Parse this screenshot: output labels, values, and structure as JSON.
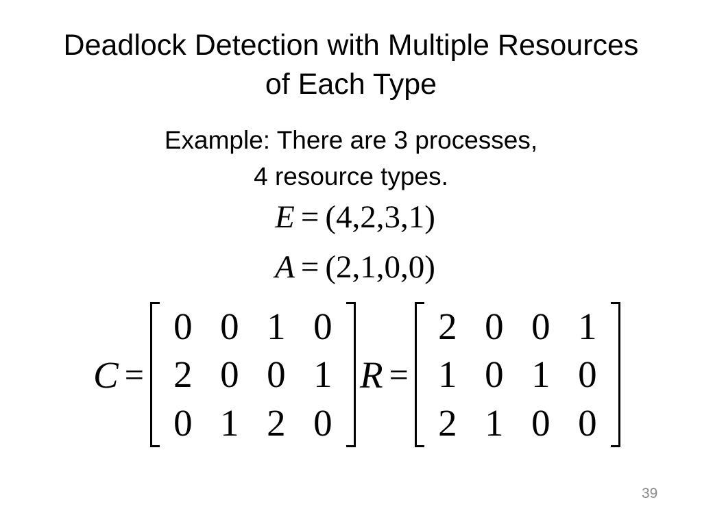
{
  "title": {
    "line1": "Deadlock Detection with Multiple Resources",
    "line2": "of Each Type"
  },
  "example": {
    "line1": "Example: There are 3 processes,",
    "line2": "4 resource types."
  },
  "equations": [
    {
      "variable": "E",
      "equals": "=",
      "value": "(4,2,3,1)"
    },
    {
      "variable": "A",
      "equals": "=",
      "value": "(2,1,0,0)"
    }
  ],
  "matrices": [
    {
      "name": "C",
      "equals": "=",
      "rows": [
        [
          "0",
          "0",
          "1",
          "0"
        ],
        [
          "2",
          "0",
          "0",
          "1"
        ],
        [
          "0",
          "1",
          "2",
          "0"
        ]
      ]
    },
    {
      "name": "R",
      "equals": "=",
      "rows": [
        [
          "2",
          "0",
          "0",
          "1"
        ],
        [
          "1",
          "0",
          "1",
          "0"
        ],
        [
          "2",
          "1",
          "0",
          "0"
        ]
      ]
    }
  ],
  "page_number": "39",
  "colors": {
    "background": "#ffffff",
    "text": "#000000",
    "page_number": "#8a8a8a"
  }
}
